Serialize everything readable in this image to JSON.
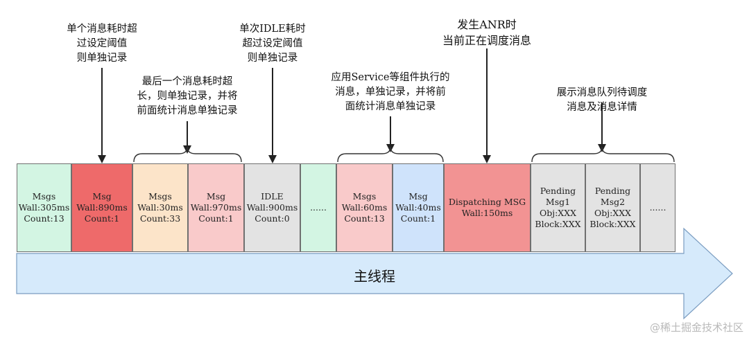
{
  "annotations": {
    "single_msg": "单个消息耗时超\n过设定阈值\n则单独记录",
    "idle": "单次IDLE耗时\n超过设定阈值\n则单独记录",
    "last_msg": "最后一个消息耗时超\n长，则单独记录，并将\n前面统计消息单独记录",
    "service": "应用Service等组件执行的\n消息，单独记录，并将前\n面统计消息单独记录",
    "anr": "发生ANR时\n当前正在调度消息",
    "pending": "展示消息队列待调度\n消息及消息详情"
  },
  "boxes": [
    {
      "lines": [
        "Msgs",
        "Wall:305ms",
        "Count:13"
      ],
      "color": "#d3f5e3"
    },
    {
      "lines": [
        "Msg",
        "Wall:890ms",
        "Count:1"
      ],
      "color": "#ee6a6a"
    },
    {
      "lines": [
        "Msgs",
        "Wall:30ms",
        "Count:33"
      ],
      "color": "#fce4c9"
    },
    {
      "lines": [
        "Msg",
        "Wall:970ms",
        "Count:1"
      ],
      "color": "#f9caca"
    },
    {
      "lines": [
        "IDLE",
        "Wall:900ms",
        "Count:0"
      ],
      "color": "#e3e3e3"
    },
    {
      "lines": [
        "......"
      ],
      "color": "#d3f5e3"
    },
    {
      "lines": [
        "Msgs",
        "Wall:60ms",
        "Count:13"
      ],
      "color": "#f9caca"
    },
    {
      "lines": [
        "Msg",
        "Wall:40ms",
        "Count:1"
      ],
      "color": "#cfe3fb"
    },
    {
      "lines": [
        "Dispatching MSG",
        "Wall:150ms"
      ],
      "color": "#f29393"
    },
    {
      "lines": [
        "Pending",
        "Msg1",
        "Obj:XXX",
        "Block:XXX"
      ],
      "color": "#e3e3e3"
    },
    {
      "lines": [
        "Pending",
        "Msg2",
        "Obj:XXX",
        "Block:XXX"
      ],
      "color": "#e3e3e3"
    },
    {
      "lines": [
        "......"
      ],
      "color": "#e3e3e3"
    }
  ],
  "main_thread_label": "主线程",
  "watermark": "@稀土掘金技术社区",
  "colors": {
    "arrow_fill": "#d6eafb",
    "arrow_stroke": "#7a9cc0",
    "pointer": "#222222"
  }
}
